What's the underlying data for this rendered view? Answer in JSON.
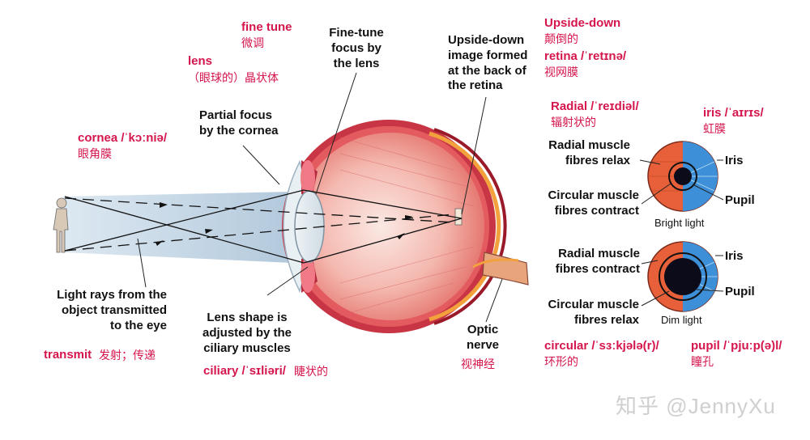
{
  "colors": {
    "accent_red": "#d4164c",
    "text_dark": "#111111",
    "sclera_red": "#c83545",
    "iris_orange": "#e8603a",
    "iris_blue": "#3d8fd8",
    "ray_beam": "#b9cfe0"
  },
  "labels": {
    "fine_tune": "fine tune",
    "fine_tune_zh": "微调",
    "lens": "lens",
    "lens_zh": "（眼球的）晶状体",
    "fine_tune_focus_1": "Fine-tune",
    "fine_tune_focus_2": "focus by",
    "fine_tune_focus_3": "the lens",
    "upside_down_image_1": "Upside-down",
    "upside_down_image_2": "image formed",
    "upside_down_image_3": "at the back of",
    "upside_down_image_4": "the retina",
    "upside_down": "Upside-down",
    "upside_down_zh": "颠倒的",
    "retina": "retina /ˈretɪnə/",
    "retina_zh": "视网膜",
    "partial_focus_1": "Partial focus",
    "partial_focus_2": "by the cornea",
    "cornea": "cornea /ˈkɔːniə/",
    "cornea_zh": "眼角膜",
    "radial": "Radial /ˈreɪdiəl/",
    "radial_zh": "辐射状的",
    "iris_term": "iris /ˈaɪrɪs/",
    "iris_term_zh": "虹膜",
    "radial_relax_1": "Radial muscle",
    "radial_relax_2": "fibres relax",
    "circular_contract_1": "Circular muscle",
    "circular_contract_2": "fibres contract",
    "iris_1": "Iris",
    "pupil_1": "Pupil",
    "bright_light": "Bright light",
    "radial_contract_1": "Radial muscle",
    "radial_contract_2": "fibres contract",
    "circular_relax_1": "Circular muscle",
    "circular_relax_2": "fibres relax",
    "iris_2": "Iris",
    "pupil_2": "Pupil",
    "dim_light": "Dim light",
    "light_rays_1": "Light rays from the",
    "light_rays_2": "object transmitted",
    "light_rays_3": "to the eye",
    "transmit": "transmit",
    "transmit_zh": "发射；传递",
    "lens_shape_1": "Lens shape is",
    "lens_shape_2": "adjusted by the",
    "lens_shape_3": "ciliary muscles",
    "ciliary": "ciliary /ˈsɪliəri/",
    "ciliary_zh": "睫状的",
    "optic_1": "Optic",
    "optic_2": "nerve",
    "optic_zh": "视神经",
    "circular": "circular /ˈsɜːkjələ(r)/",
    "circular_zh": "环形的",
    "pupil_term": "pupil /ˈpjuːp(ə)l/",
    "pupil_term_zh": "瞳孔",
    "watermark": "知乎 @JennyXu"
  },
  "iris_diagrams": [
    {
      "condition": "Bright light",
      "pupil_size": "small"
    },
    {
      "condition": "Dim light",
      "pupil_size": "large"
    }
  ]
}
